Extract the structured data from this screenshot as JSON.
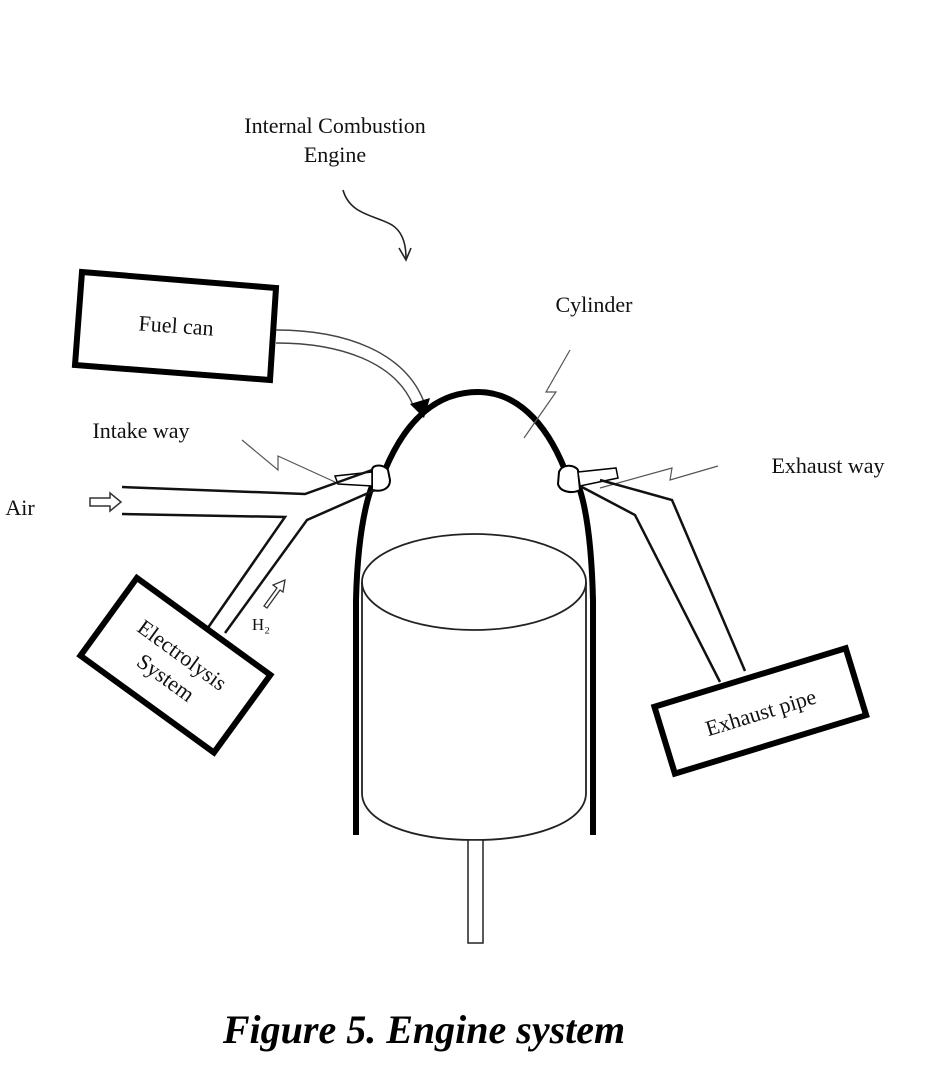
{
  "labels": {
    "engine_line1": "Internal Combustion",
    "engine_line2": "Engine",
    "fuel_can": "Fuel can",
    "cylinder": "Cylinder",
    "intake_way": "Intake way",
    "exhaust_way": "Exhaust way",
    "air": "Air",
    "electrolysis_line1": "Electrolysis",
    "electrolysis_line2": "System",
    "h2": "H₂",
    "exhaust_pipe": "Exhaust pipe"
  },
  "caption": "Figure 5. Engine system"
}
